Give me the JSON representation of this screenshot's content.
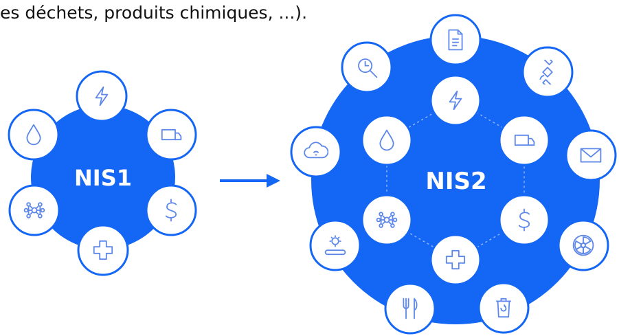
{
  "caption": "es déchets, produits chimiques, ...).",
  "colors": {
    "accent": "#1466f5",
    "node_fill": "#ffffff",
    "node_border": "#1466f5",
    "icon_stroke": "#5d87e8"
  },
  "nis1": {
    "label": "NIS1",
    "sectors": [
      "energy-icon",
      "transport-icon",
      "finance-icon",
      "health-icon",
      "digital-infrastructure-icon",
      "water-icon"
    ]
  },
  "arrow": "right-arrow",
  "nis2": {
    "label": "NIS2",
    "inner_sectors": [
      "energy-icon",
      "transport-icon",
      "finance-icon",
      "health-icon",
      "digital-infrastructure-icon",
      "water-icon"
    ],
    "outer_sectors": [
      "document-icon",
      "satellite-icon",
      "mail-icon",
      "radiation-icon",
      "waste-bin-icon",
      "food-icon",
      "manufacturing-icon",
      "cloud-icon",
      "research-icon"
    ]
  }
}
